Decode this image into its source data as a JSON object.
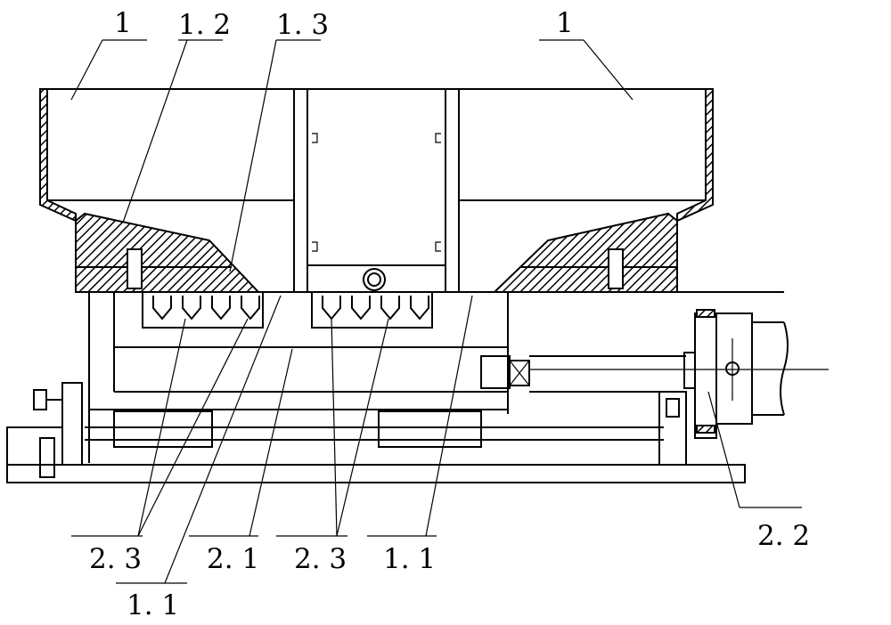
{
  "labels": {
    "top_left_1": "1",
    "top_12": "1. 2",
    "top_13": "1. 3",
    "top_right_1": "1",
    "bottom_23_left": "2. 3",
    "bottom_21": "2. 1",
    "bottom_23_right": "2. 3",
    "bottom_11_right": "1. 1",
    "bottom_11_left": "1. 1",
    "right_22": "2. 2"
  },
  "colors": {
    "line": "#000000",
    "background": "#ffffff"
  }
}
